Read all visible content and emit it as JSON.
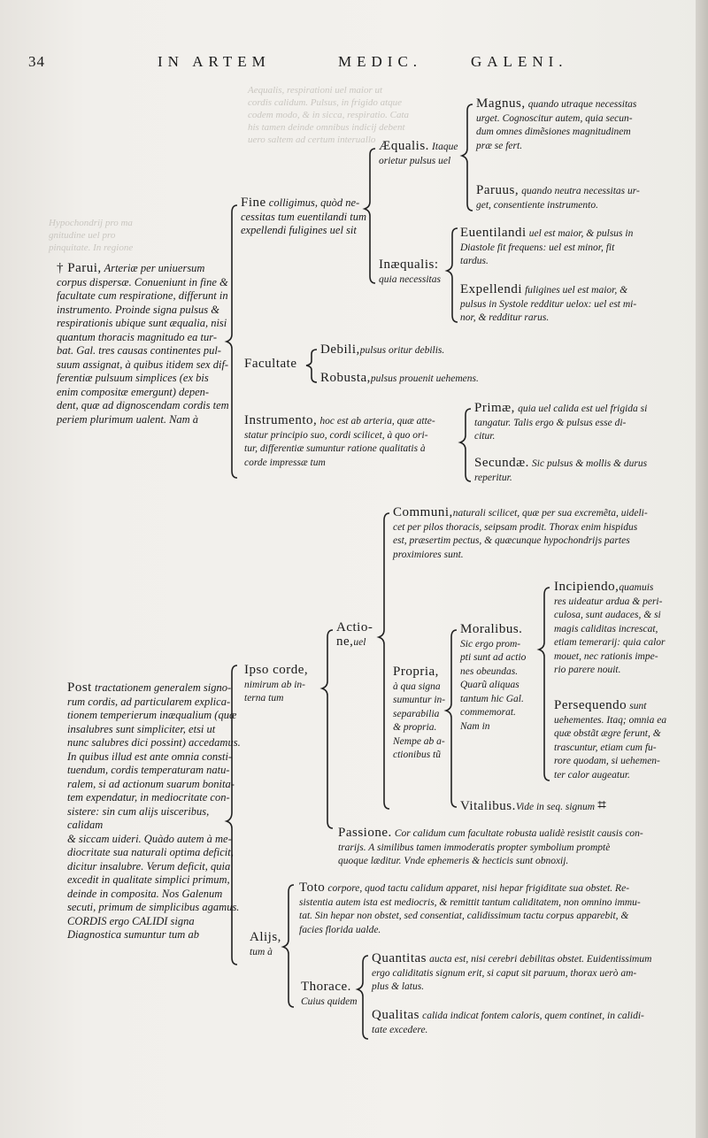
{
  "header": {
    "page_number": "34",
    "running_title_1": "IN ARTEM",
    "running_title_2": "MEDIC.",
    "running_title_3": "GALENI."
  },
  "left": {
    "parui_lead": "† Parui,",
    "parui_text": "Arteriæ per uniuersum\ncorpus dispersæ. Conueniunt in fine &\nfacultate cum respiratione, differunt in\ninstrumento. Proinde signa pulsus &\nrespirationis ubique sunt æqualia, nisi\nquantum thoracis magnitudo ea tur-\nbat. Gal. tres causas continentes pul-\nsuum assignat, à quibus itidem sex dif-\nferentiæ pulsuum simplices (ex bis\nenim compositæ emergunt) depen-\ndent, quæ ad dignoscendam cordis tem\nperiem plurimum ualent. Nam à",
    "post_lead": "Post",
    "post_text": "tractationem generalem signo-\nrum cordis, ad particularem explica-\ntionem temperierum inæqualium (quæ\ninsalubres sunt simpliciter, etsi ut\nnunc salubres dici possint) accedamus.\nIn quibus illud est ante omnia consti-\ntuendum, cordis temperaturam natu-\nralem, si ad actionum suarum bonita-\ntem expendatur, in mediocritate con-\nsistere: sin cum alijs uisceribus, calidam\n& siccam uideri. Quàdo autem à me-\ndiocritate sua naturali optima deficit,\ndicitur insalubre. Verum deficit, quia\nexcedit in qualitate simplici primum,\ndeinde in composita. Nos Galenum\nsecuti, primum de simplicibus agamus.\nCORDIS ergo CALIDI signa\nDiagnostica sumuntur tum ab"
  },
  "tree1": {
    "fine": "Fine",
    "fine_text": "colligimus, quòd ne-\ncessitas tum euentilandi tum\nexpellendi fuligines uel sit",
    "aequalis": "Æqualis.",
    "aequalis_text": "Itaque\norietur pulsus uel",
    "magnus": "Magnus,",
    "magnus_text": "quando utraque necessitas\nurget. Cognoscitur autem, quia secun-\ndum omnes dimẽsiones magnitudinem\npræ se fert.",
    "paruus": "Paruus,",
    "paruus_text": "quando neutra necessitas ur-\nget, consentiente instrumento.",
    "inaequalis": "Inæqualis:",
    "inaequalis_text": "quia necessitas",
    "euentilandi": "Euentilandi",
    "euentilandi_text": "uel est maior, & pulsus in\nDiastole fit frequens: uel est minor, fit\ntardus.",
    "expellendi": "Expellendi",
    "expellendi_text": "fuligines uel est maior, &\npulsus in Systole redditur uelox: uel est mi-\nnor, & redditur rarus.",
    "facultate": "Facultate",
    "debili": "Debili,",
    "debili_text": "pulsus oritur debilis.",
    "robusta": "Robusta,",
    "robusta_text": "pulsus prouenit uehemens.",
    "instrumento": "Instrumento,",
    "instrumento_text": "hoc est ab arteria, quæ atte-\nstatur principio suo, cordi scilicet, à quo ori-\ntur, differentiæ sumuntur ratione qualitatis à\ncorde impressæ tum",
    "primae": "Primæ,",
    "primae_text": "quia uel calida est uel frigida si\ntangatur. Talis ergo & pulsus esse di-\ncitur.",
    "secundae": "Secundæ.",
    "secundae_text": "Sic pulsus & mollis & durus\nreperitur."
  },
  "tree2": {
    "communi": "Communi,",
    "communi_text": "naturali scilicet, quæ per sua excremẽta, uideli-\ncet per pilos thoracis, seipsam prodit. Thorax enim hispidus\nest, præsertim pectus, & quæcunque hypochondrijs partes\nproximiores sunt.",
    "actione": "Actio-\nne,",
    "actione_text": "uel",
    "ipso_corde": "Ipso corde,",
    "ipso_corde_text": "nimirum ab in-\nterna tum",
    "propria": "Propria,",
    "propria_text": "à qua signa\nsumuntur in-\nseparabilia\n& propria.\nNempe ab a-\nctionibus tũ",
    "moralibus": "Moralibus.",
    "moralibus_text": "Sic ergo prom-\npti sunt ad actio\nnes obeundas.\nQuarũ aliquas\ntantum hic Gal.\ncommemorat.\nNam in",
    "incipiendo": "Incipiendo,",
    "incipiendo_text": "quamuis\nres uideatur ardua & peri-\nculosa, sunt audaces, & si\nmagis caliditas increscat,\netiam temerarij: quia calor\nmouet, nec rationis impe-\nrio parere nouit.",
    "persequendo": "Persequendo",
    "persequendo_text": "sunt\nuehementes. Itaq; omnia ea\nquæ obstãt ægre ferunt, &\ntrascuntur, etiam cum fu-\nrore quodam, si uehemen-\nter calor augeatur.",
    "vitalibus": "Vitalibus.",
    "vitalibus_text": "Vide in seq. signum",
    "signum_mark": "⌗",
    "passione": "Passione.",
    "passione_text": "Cor calidum cum facultate robusta ualidè resistit causis con-\ntrarijs. A similibus tamen immoderatis propter symbolium promptè\nquoque læditur. Vnde ephemeris & hecticis sunt obnoxij.",
    "alijs": "Alijs,",
    "alijs_text": "tum à",
    "toto": "Toto",
    "toto_text": "corpore, quod tactu calidum apparet, nisi hepar frigiditate sua obstet. Re-\nsistentia autem ista est mediocris, & remittit tantum caliditatem, non omnino immu-\ntat. Sin hepar non obstet, sed consentiat, calidissimum tactu corpus apparebit, &\nfacies florida ualde.",
    "thorace": "Thorace.",
    "thorace_text": "Cuius quidem",
    "quantitas": "Quantitas",
    "quantitas_text": "aucta est, nisi cerebri debilitas obstet. Euidentissimum\nergo caliditatis signum erit, si caput sit paruum, thorax uerò am-\nplus & latus.",
    "qualitas": "Qualitas",
    "qualitas_text": "calida indicat fontem caloris, quem continet, in calidi-\ntate excedere."
  }
}
